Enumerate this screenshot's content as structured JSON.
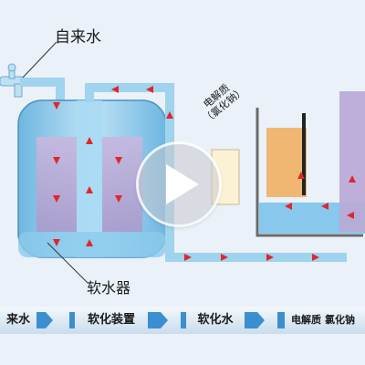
{
  "diagram": {
    "labels": {
      "tap_water": "自来水",
      "softener": "软水器",
      "electrolyte_line1": "电解质",
      "electrolyte_line2": "（氯化钠）"
    },
    "flow": {
      "step1": "来水",
      "step2": "软化装置",
      "step3": "软化水",
      "step4_part1": "电解质",
      "step4_part2": "氯化钠"
    },
    "colors": {
      "water": "#7cc3ea",
      "pipe": "#9fd3ee",
      "resin": "#b9a9d6",
      "electrolyte_tank": "#f0b266",
      "flow_arrow": "#e0262b",
      "process_band": "#3b8fd1"
    },
    "icons": {
      "play": "play-icon",
      "faucet": "faucet-icon"
    }
  }
}
